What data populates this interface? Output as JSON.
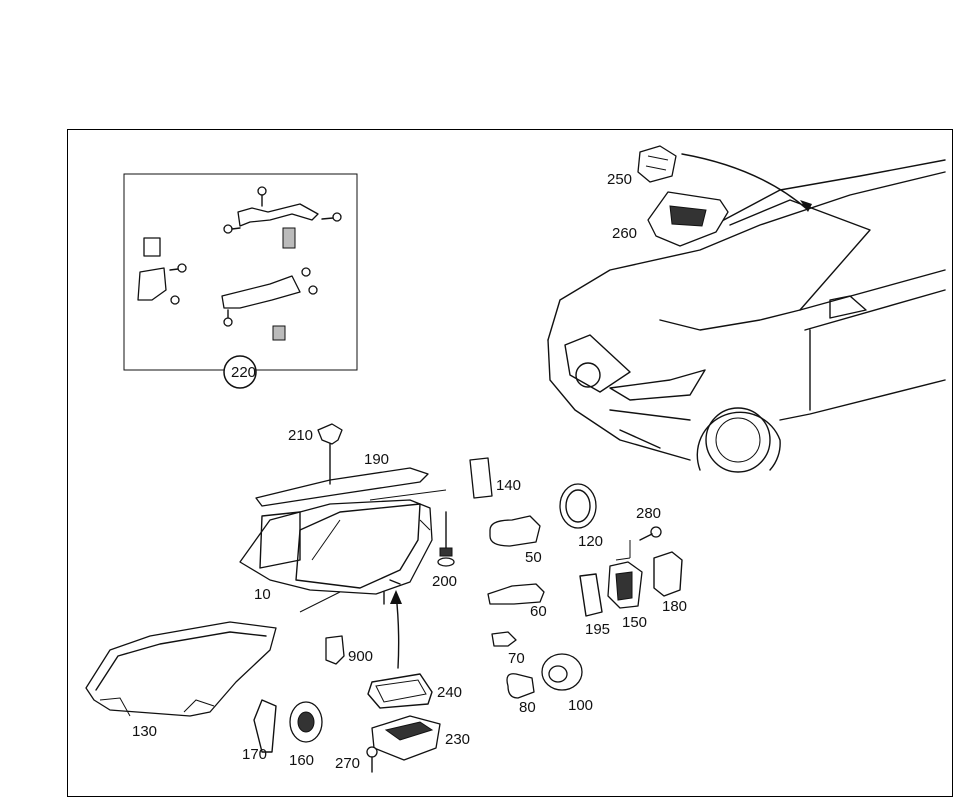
{
  "callouts": {
    "c10": "10",
    "c50": "50",
    "c60": "60",
    "c70": "70",
    "c80": "80",
    "c100": "100",
    "c120": "120",
    "c130": "130",
    "c140": "140",
    "c150": "150",
    "c160": "160",
    "c170": "170",
    "c180": "180",
    "c190": "190",
    "c195": "195",
    "c200": "200",
    "c210": "210",
    "c220": "220",
    "c230": "230",
    "c240": "240",
    "c250": "250",
    "c260": "260",
    "c270": "270",
    "c280": "280",
    "c900": "900"
  }
}
